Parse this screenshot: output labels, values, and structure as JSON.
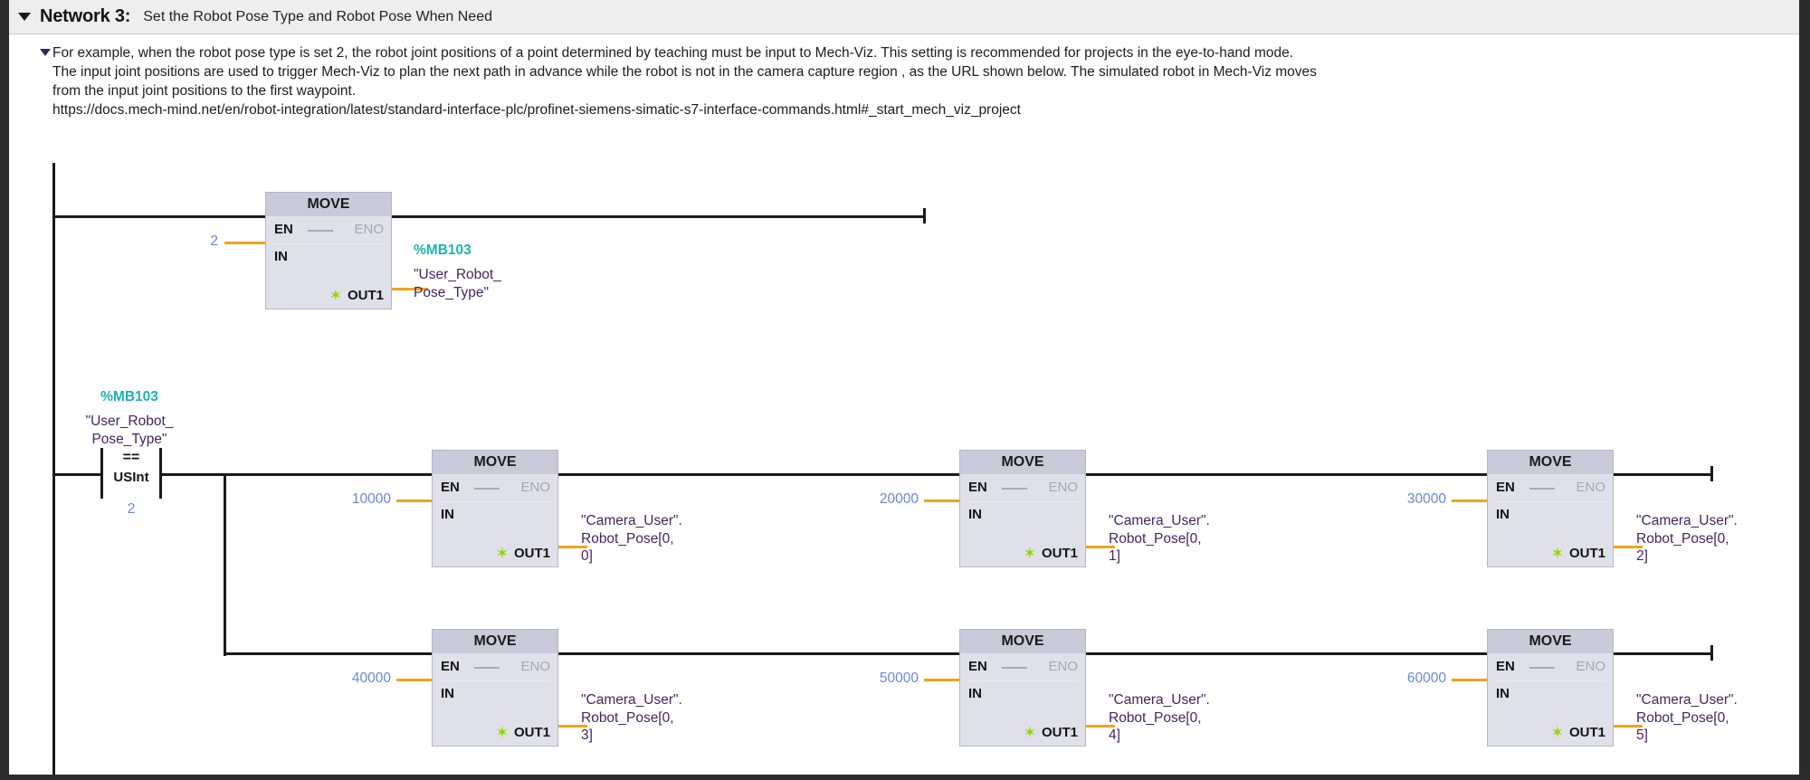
{
  "network": {
    "label": "Network 3:",
    "title": "Set the Robot Pose Type and Robot Pose When Need",
    "collapse_icon": "triangle-down-icon"
  },
  "comment": {
    "collapse_icon": "triangle-down-icon",
    "lines": [
      "For example, when the robot pose type is set 2, the robot joint positions of a point determined by teaching must be input to Mech-Viz. This setting is recommended for projects in the eye-to-hand mode.",
      "The input joint positions are used to trigger Mech-Viz to plan the next path in advance while the robot is not in the camera capture region , as the URL shown below. The simulated robot in Mech-Viz moves",
      "from the input joint positions to the first waypoint.",
      "https://docs.mech-mind.net/en/robot-integration/latest/standard-interface-plc/profinet-siemens-simatic-s7-interface-commands.html#_start_mech_viz_project"
    ]
  },
  "box_common": {
    "title": "MOVE",
    "en": "EN",
    "eno": "ENO",
    "in": "IN",
    "out": "OUT1",
    "star_icon": "asterisk-modified-icon"
  },
  "rung1": {
    "move": {
      "in_value": "2",
      "out_address": "%MB103",
      "out_tag_line1": "\"User_Robot_",
      "out_tag_line2": "Pose_Type\""
    }
  },
  "rung2": {
    "contact": {
      "address": "%MB103",
      "tag_line1": "\"User_Robot_",
      "tag_line2": "Pose_Type\"",
      "operator": "==",
      "datatype": "USInt",
      "operand": "2"
    },
    "moves": [
      {
        "in_value": "10000",
        "tag_line1": "\"Camera_User\".",
        "tag_line2": "Robot_Pose[0,",
        "tag_line3": "0]"
      },
      {
        "in_value": "20000",
        "tag_line1": "\"Camera_User\".",
        "tag_line2": "Robot_Pose[0,",
        "tag_line3": "1]"
      },
      {
        "in_value": "30000",
        "tag_line1": "\"Camera_User\".",
        "tag_line2": "Robot_Pose[0,",
        "tag_line3": "2]"
      },
      {
        "in_value": "40000",
        "tag_line1": "\"Camera_User\".",
        "tag_line2": "Robot_Pose[0,",
        "tag_line3": "3]"
      },
      {
        "in_value": "50000",
        "tag_line1": "\"Camera_User\".",
        "tag_line2": "Robot_Pose[0,",
        "tag_line3": "4]"
      },
      {
        "in_value": "60000",
        "tag_line1": "\"Camera_User\".",
        "tag_line2": "Robot_Pose[0,",
        "tag_line3": "5]"
      }
    ]
  },
  "colors": {
    "address": "#1cb3b0",
    "tag": "#45245f",
    "constant": "#6a86d8",
    "wire": "#1a1a1a",
    "connector": "#f0a31c",
    "box_header": "#c9cbdb",
    "box_body": "#dfe0ea"
  }
}
